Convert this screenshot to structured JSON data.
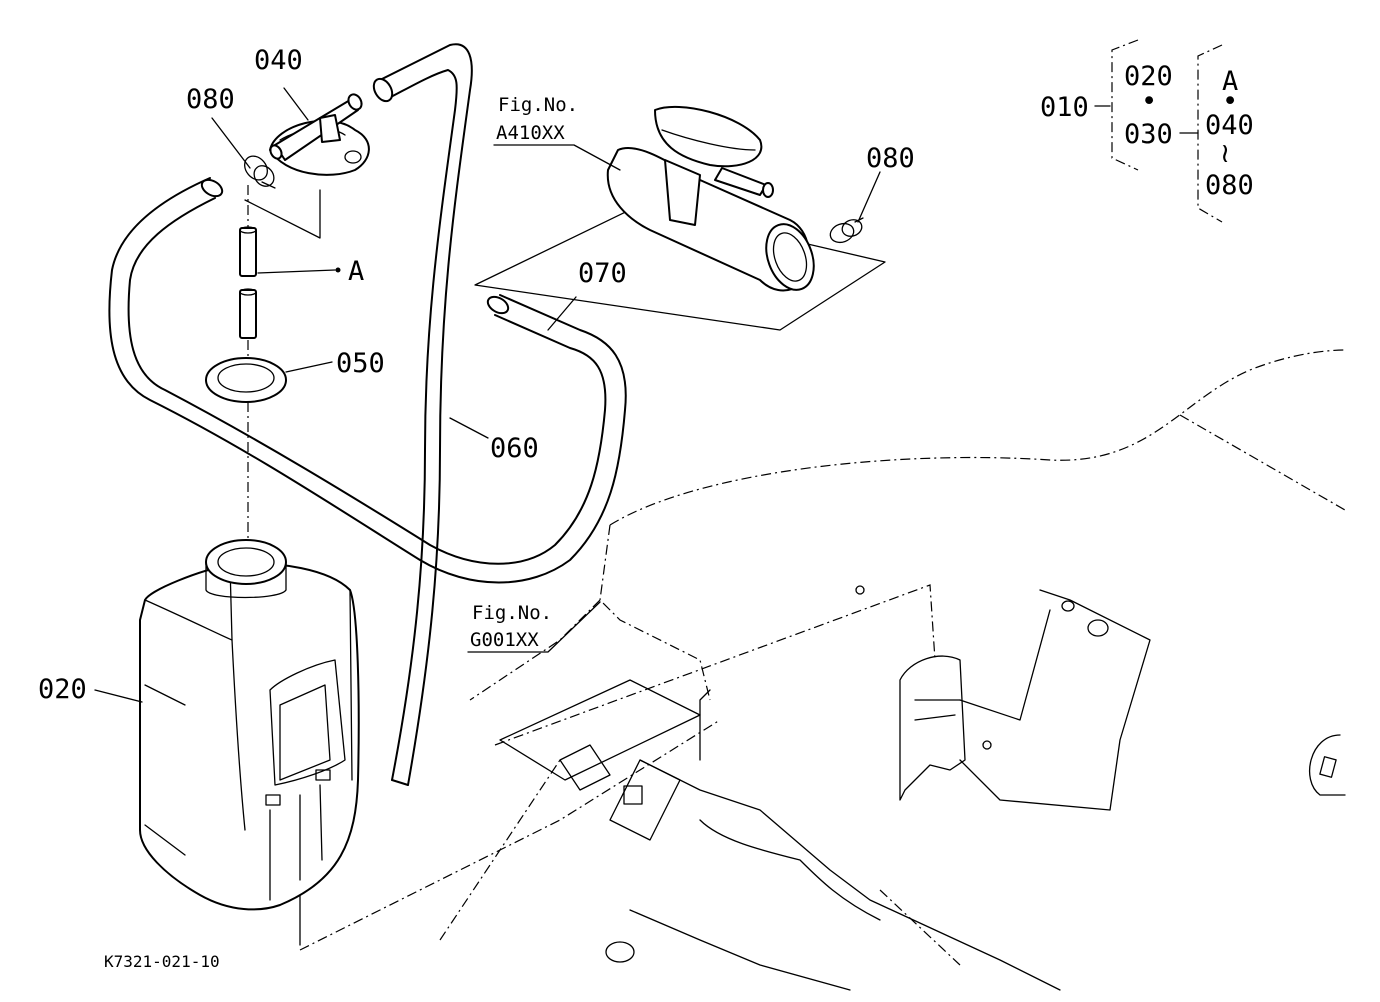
{
  "drawing_id": "K7321-021-10",
  "callouts": {
    "p040": "040",
    "p080_left": "080",
    "pA": "A",
    "p050": "050",
    "p060": "060",
    "p070": "070",
    "p020": "020",
    "p080_right": "080"
  },
  "figure_refs": {
    "fig_label_1": "Fig.No.",
    "fig_code_1": "A410XX",
    "fig_label_2": "Fig.No.",
    "fig_code_2": "G001XX"
  },
  "assembly_tree": {
    "root": "010",
    "group1_top": "020",
    "group1_dot": "•",
    "group1_bottom": "030",
    "group2_top": "A",
    "group2_dot": "•",
    "group2_mid": "040",
    "group2_range": "≀",
    "group2_bottom": "080"
  }
}
